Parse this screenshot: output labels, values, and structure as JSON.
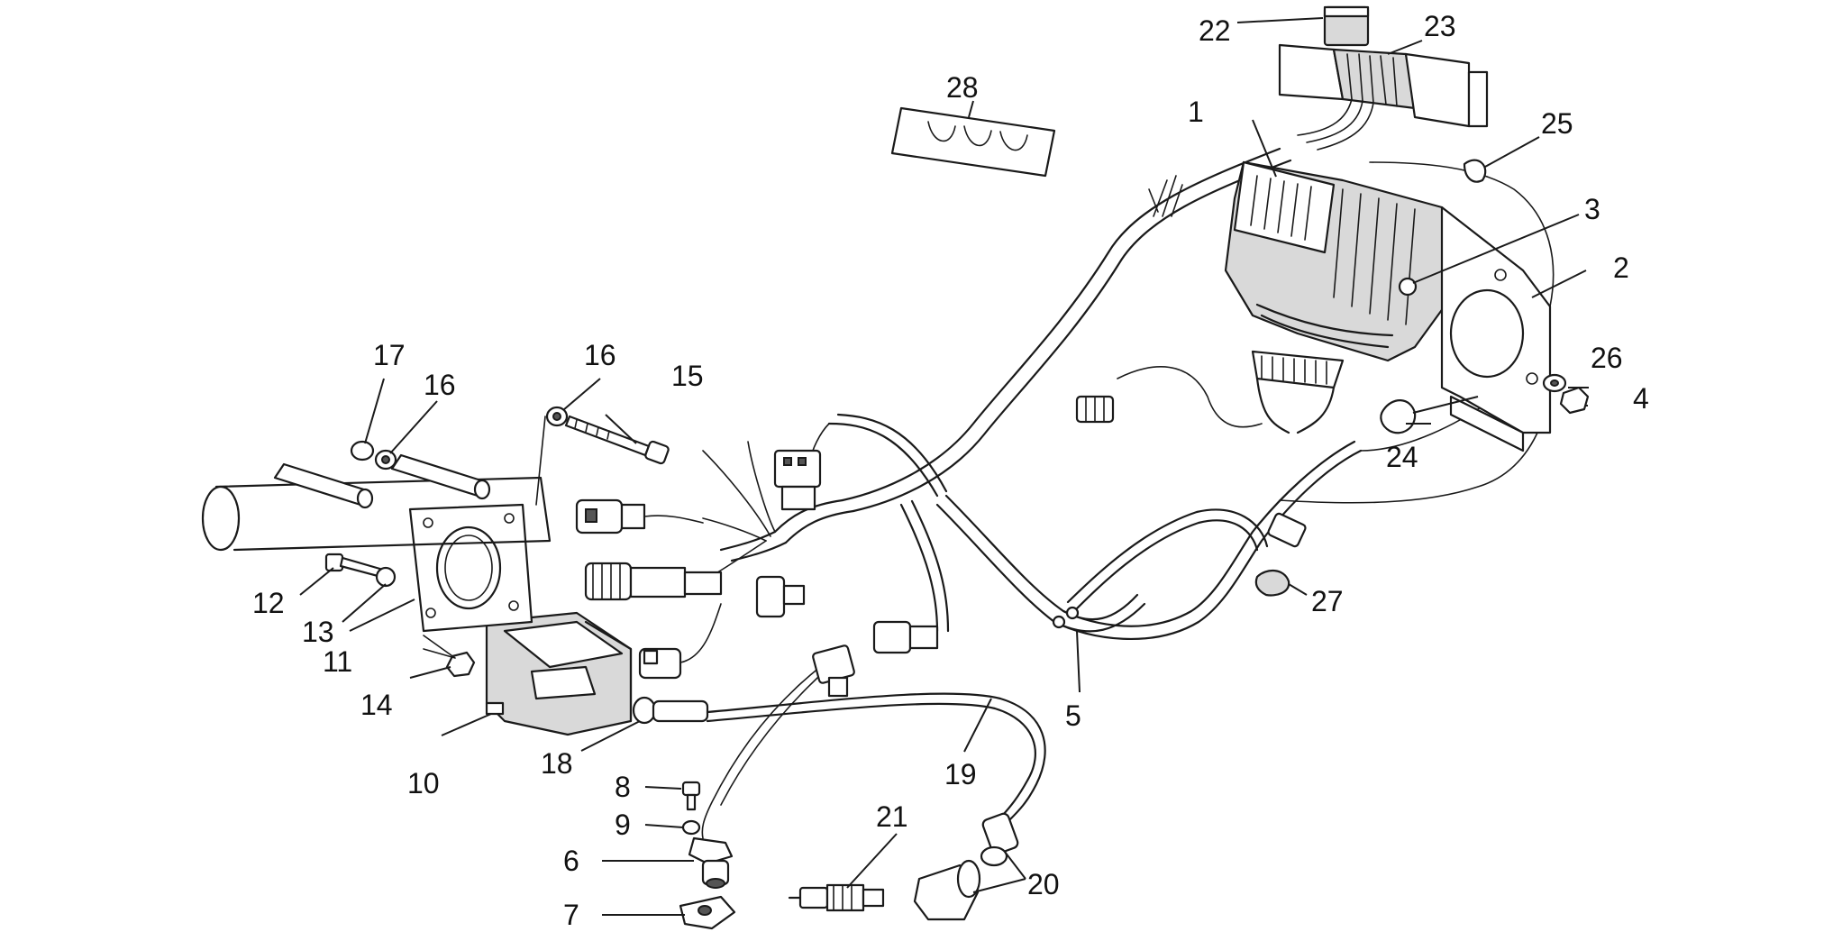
{
  "callouts": [
    {
      "id": "c1",
      "text": "1"
    },
    {
      "id": "c2",
      "text": "2"
    },
    {
      "id": "c3",
      "text": "3"
    },
    {
      "id": "c4",
      "text": "4"
    },
    {
      "id": "c5",
      "text": "5"
    },
    {
      "id": "c6",
      "text": "6"
    },
    {
      "id": "c7",
      "text": "7"
    },
    {
      "id": "c8",
      "text": "8"
    },
    {
      "id": "c9",
      "text": "9"
    },
    {
      "id": "c10",
      "text": "10"
    },
    {
      "id": "c11",
      "text": "11"
    },
    {
      "id": "c12",
      "text": "12"
    },
    {
      "id": "c13",
      "text": "13"
    },
    {
      "id": "c14",
      "text": "14"
    },
    {
      "id": "c15",
      "text": "15"
    },
    {
      "id": "c16a",
      "text": "16"
    },
    {
      "id": "c16b",
      "text": "16"
    },
    {
      "id": "c17",
      "text": "17"
    },
    {
      "id": "c18",
      "text": "18"
    },
    {
      "id": "c19",
      "text": "19"
    },
    {
      "id": "c20",
      "text": "20"
    },
    {
      "id": "c21",
      "text": "21"
    },
    {
      "id": "c22",
      "text": "22"
    },
    {
      "id": "c23",
      "text": "23"
    },
    {
      "id": "c24",
      "text": "24"
    },
    {
      "id": "c25",
      "text": "25"
    },
    {
      "id": "c26",
      "text": "26"
    },
    {
      "id": "c27",
      "text": "27"
    },
    {
      "id": "c28",
      "text": "28"
    }
  ]
}
